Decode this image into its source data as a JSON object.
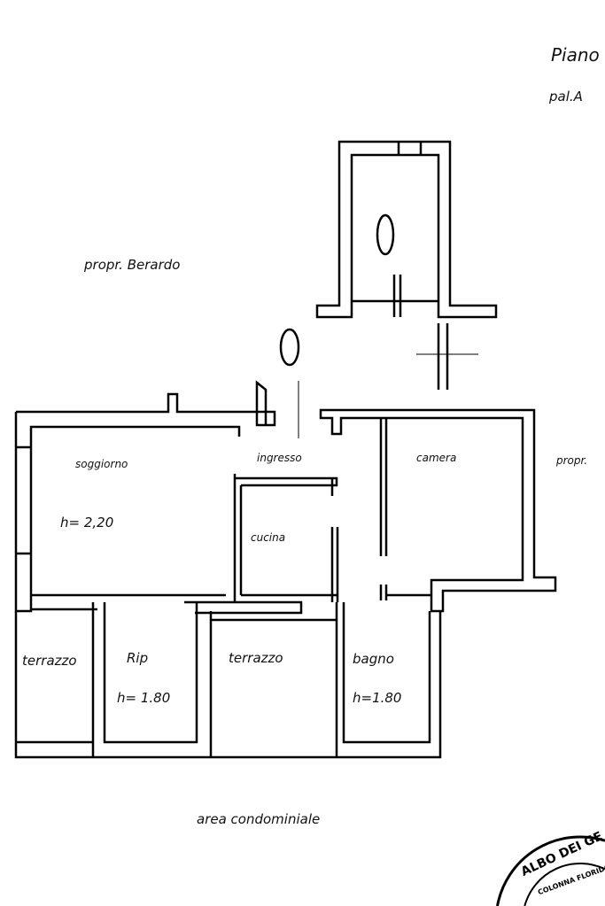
{
  "header": {
    "floor": "Piano",
    "building": "pal.A"
  },
  "neighbors": {
    "left": "propr. Berardo",
    "right": "propr."
  },
  "rooms": {
    "living": "soggiorno",
    "living_height": "h= 2,20",
    "entrance": "ingresso",
    "bedroom": "camera",
    "kitchen": "cucina",
    "terrace_left": "terrazzo",
    "storage": "Rip",
    "storage_height": "h= 1.80",
    "terrace_center": "terrazzo",
    "bathroom": "bagno",
    "bathroom_height": "h=1.80"
  },
  "footer": {
    "common_area": "area condominiale"
  },
  "stamp": {
    "text": "ALBO DEI GEOMETRI - GEOM. COLONNA FLORIDO - N. ISCR."
  }
}
